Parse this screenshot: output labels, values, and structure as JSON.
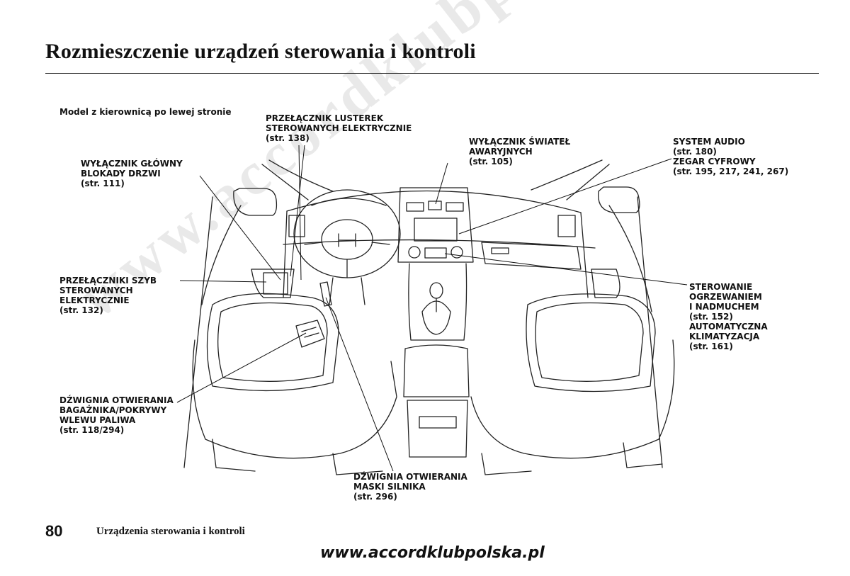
{
  "header": {
    "title": "Rozmieszczenie urządzeń sterowania i kontroli"
  },
  "subheading": "Model z kierownicą po lewej stronie",
  "callouts": {
    "mirrors": "PRZEŁĄCZNIK LUSTEREK\nSTEROWANYCH ELEKTRYCZNIE\n(str. 138)",
    "hazard": "WYŁĄCZNIK ŚWIATEŁ\nAWARYJNYCH\n(str. 105)",
    "audio": "SYSTEM AUDIO\n(str. 180)\nZEGAR CYFROWY\n(str. 195, 217, 241, 267)",
    "master_lock": "WYŁĄCZNIK GŁÓWNY\nBLOKADY DRZWI\n(str. 111)",
    "windows": "PRZEŁĄCZNIKI SZYB\nSTEROWANYCH\nELEKTRYCZNIE\n(str. 132)",
    "climate": "STEROWANIE\nOGRZEWANIEM\nI NADMUCHEM\n(str. 152)\nAUTOMATYCZNA\nKLIMATYZACJA\n(str. 161)",
    "trunk": "DŹWIGNIA OTWIERANIA\nBAGAŻNIKA/POKRYWY\nWLEWU PALIWA\n(str. 118/294)",
    "hood": "DŹWIGNIA OTWIERANIA\nMASKI SILNIKA\n(str. 296)"
  },
  "footer": {
    "page_number": "80",
    "section": "Urządzenia sterowania i kontroli",
    "url": "www.accordklubpolska.pl"
  },
  "watermark": "www.accordklubpolska.pl"
}
